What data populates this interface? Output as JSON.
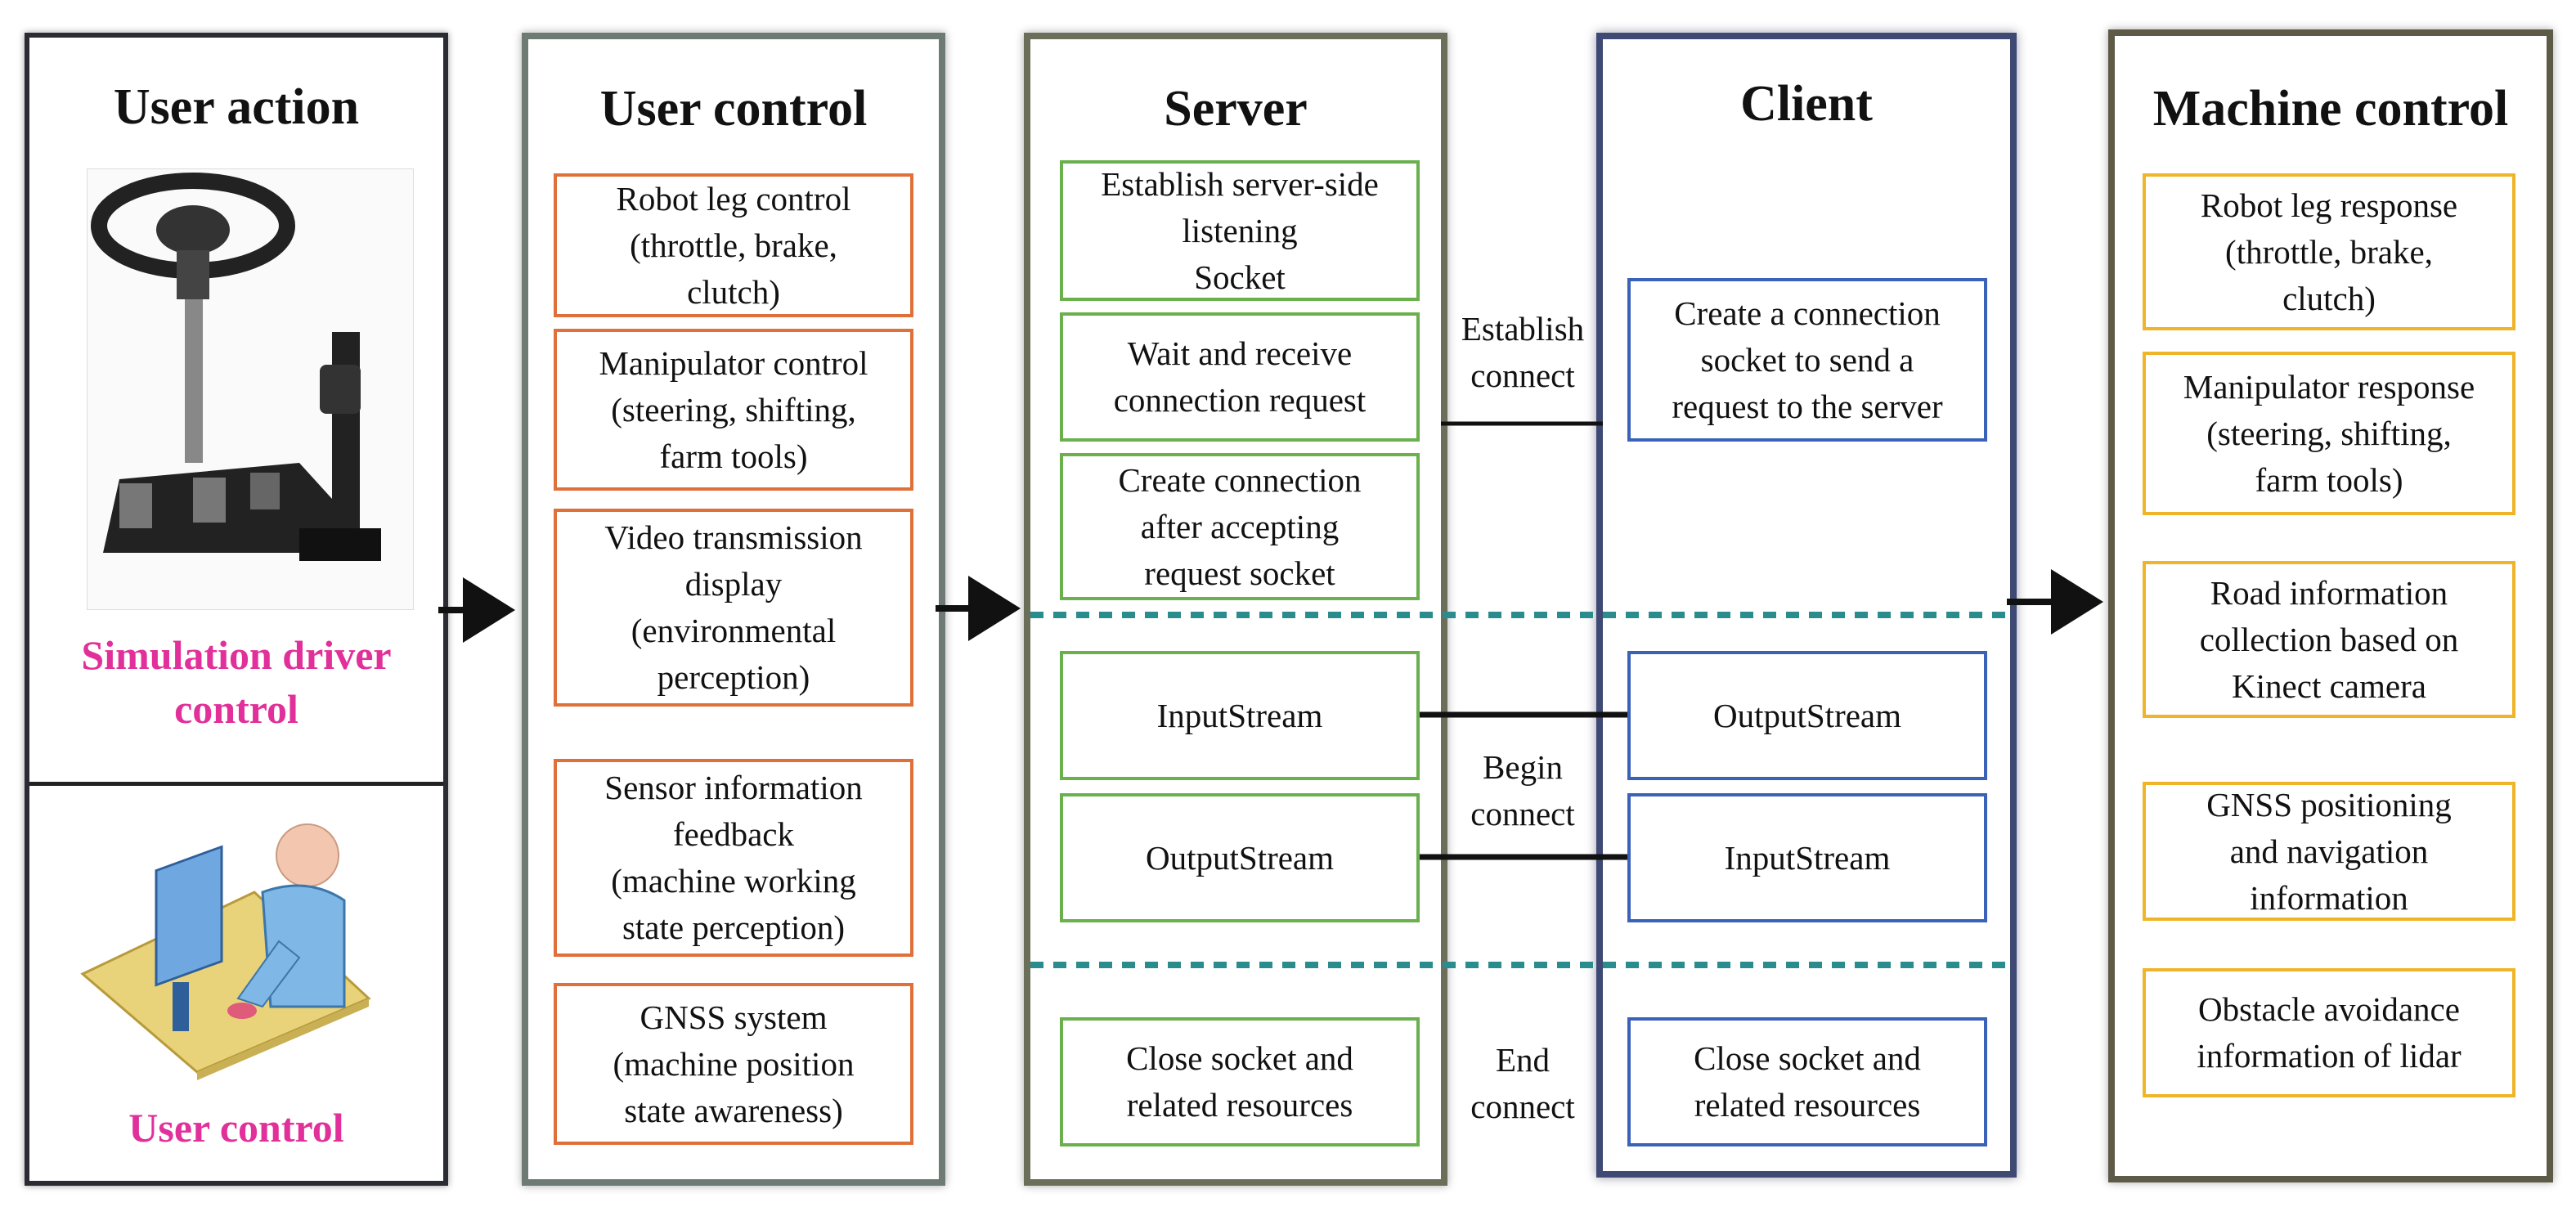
{
  "columns": {
    "user_action": {
      "title": "User action",
      "driver_label": "Simulation driver\ncontrol",
      "user_label": "User control"
    },
    "user_control": {
      "title": "User control",
      "items": [
        "Robot leg control\n(throttle, brake,\nclutch)",
        "Manipulator control\n(steering, shifting,\nfarm tools)",
        "Video transmission\ndisplay\n(environmental\nperception)",
        "Sensor information\nfeedback\n(machine working\nstate perception)",
        "GNSS system\n(machine position\nstate awareness)"
      ]
    },
    "server": {
      "title": "Server",
      "items": [
        "Establish server-side\nlistening\nSocket",
        "Wait and receive\nconnection request",
        "Create connection\nafter accepting\nrequest socket",
        "InputStream",
        "OutputStream",
        "Close socket and\nrelated resources"
      ]
    },
    "client": {
      "title": "Client",
      "items": [
        "Create a connection\nsocket to send a\nrequest to the server",
        "OutputStream",
        "InputStream",
        "Close socket and\nrelated resources"
      ]
    },
    "machine_control": {
      "title": "Machine control",
      "items": [
        "Robot leg response\n(throttle, brake,\nclutch)",
        "Manipulator response\n(steering, shifting,\nfarm tools)",
        "Road information\ncollection based on\nKinect camera",
        "GNSS positioning\nand navigation\ninformation",
        "Obstacle avoidance\ninformation of lidar"
      ]
    }
  },
  "connections": {
    "establish": "Establish\nconnect",
    "begin": "Begin\nconnect",
    "end": "End\nconnect"
  },
  "colors": {
    "user_control_border": "#e0703a",
    "server_border": "#6ab04c",
    "client_border": "#3a62b8",
    "machine_border": "#f0b429",
    "dashed_line": "#2a8c8c",
    "pink_label": "#e2309a"
  }
}
